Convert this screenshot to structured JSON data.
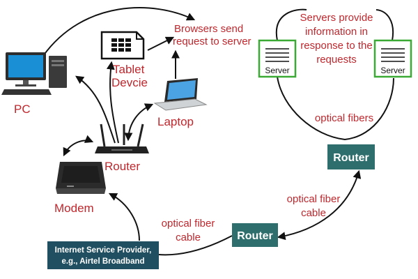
{
  "labels": {
    "pc": "PC",
    "tablet_line1": "Tablet",
    "tablet_line2": "Devcie",
    "laptop": "Laptop",
    "router_home": "Router",
    "modem": "Modem",
    "browsers_line1": "Browsers send",
    "browsers_line2": "request to server",
    "servers_line1": "Servers provide",
    "servers_line2": "information in",
    "servers_line3": "response to the",
    "servers_line4": "requests",
    "server_left": "Server",
    "server_right": "Server",
    "optical_top": "optical fibers",
    "router_right": "Router",
    "optical_mid_line1": "optical fiber",
    "optical_mid_line2": "cable",
    "router_bottom": "Router",
    "optical_left_line1": "optical fiber",
    "optical_left_line2": "cable",
    "isp_line1": "Internet Service Provider,",
    "isp_line2": "e.g., Airtel Broadband"
  },
  "colors": {
    "label_red": "#c0272d",
    "router_box": "#2e6f6e",
    "server_border": "#3aaa35",
    "isp_box": "#1f4f60",
    "monitor_blue": "#1b8fd6"
  }
}
